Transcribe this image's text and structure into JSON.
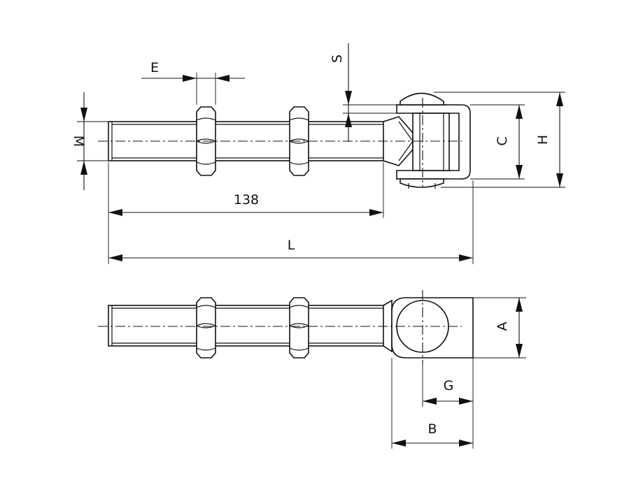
{
  "labels": {
    "e": "E",
    "s": "S",
    "m": "M",
    "c": "C",
    "h": "H",
    "dim_138": "138",
    "l": "L",
    "a": "A",
    "g": "G",
    "b": "B"
  }
}
